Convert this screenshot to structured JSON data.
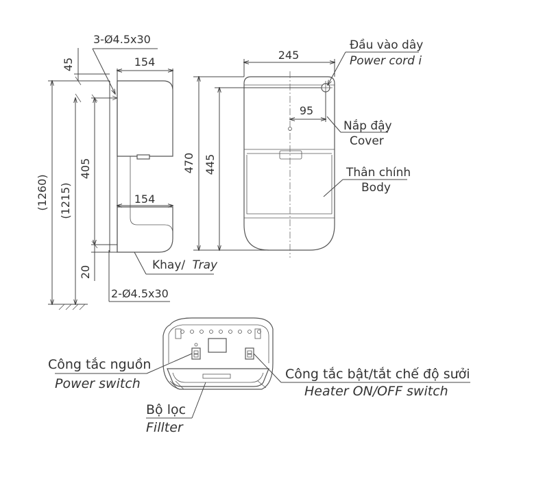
{
  "dimensions": {
    "screw_top": "3-Ø4.5x30",
    "screw_bottom": "2-Ø4.5x30",
    "d45": "45",
    "d154_top": "154",
    "d154_bottom": "154",
    "d405": "405",
    "d1260": "(1260)",
    "d1215": "(1215)",
    "d20": "20",
    "d245": "245",
    "d470": "470",
    "d445": "445",
    "d95": "95"
  },
  "labels": {
    "power_cord_vi": "Đầu vào dây",
    "power_cord_en": "Power cord i",
    "cover_vi": "Nắp đậy",
    "cover_en": "Cover",
    "body_vi": "Thân chính",
    "body_en": "Body",
    "tray": "Khay/",
    "tray_en": "Tray",
    "power_switch_vi": "Công tắc nguồn",
    "power_switch_en": "Power switch",
    "heater_switch_vi": "Công tắc bật/tắt chế độ sưởi",
    "heater_switch_en": "Heater ON/OFF switch",
    "filter_vi": "Bộ lọc",
    "filter_en": "Fillter"
  }
}
